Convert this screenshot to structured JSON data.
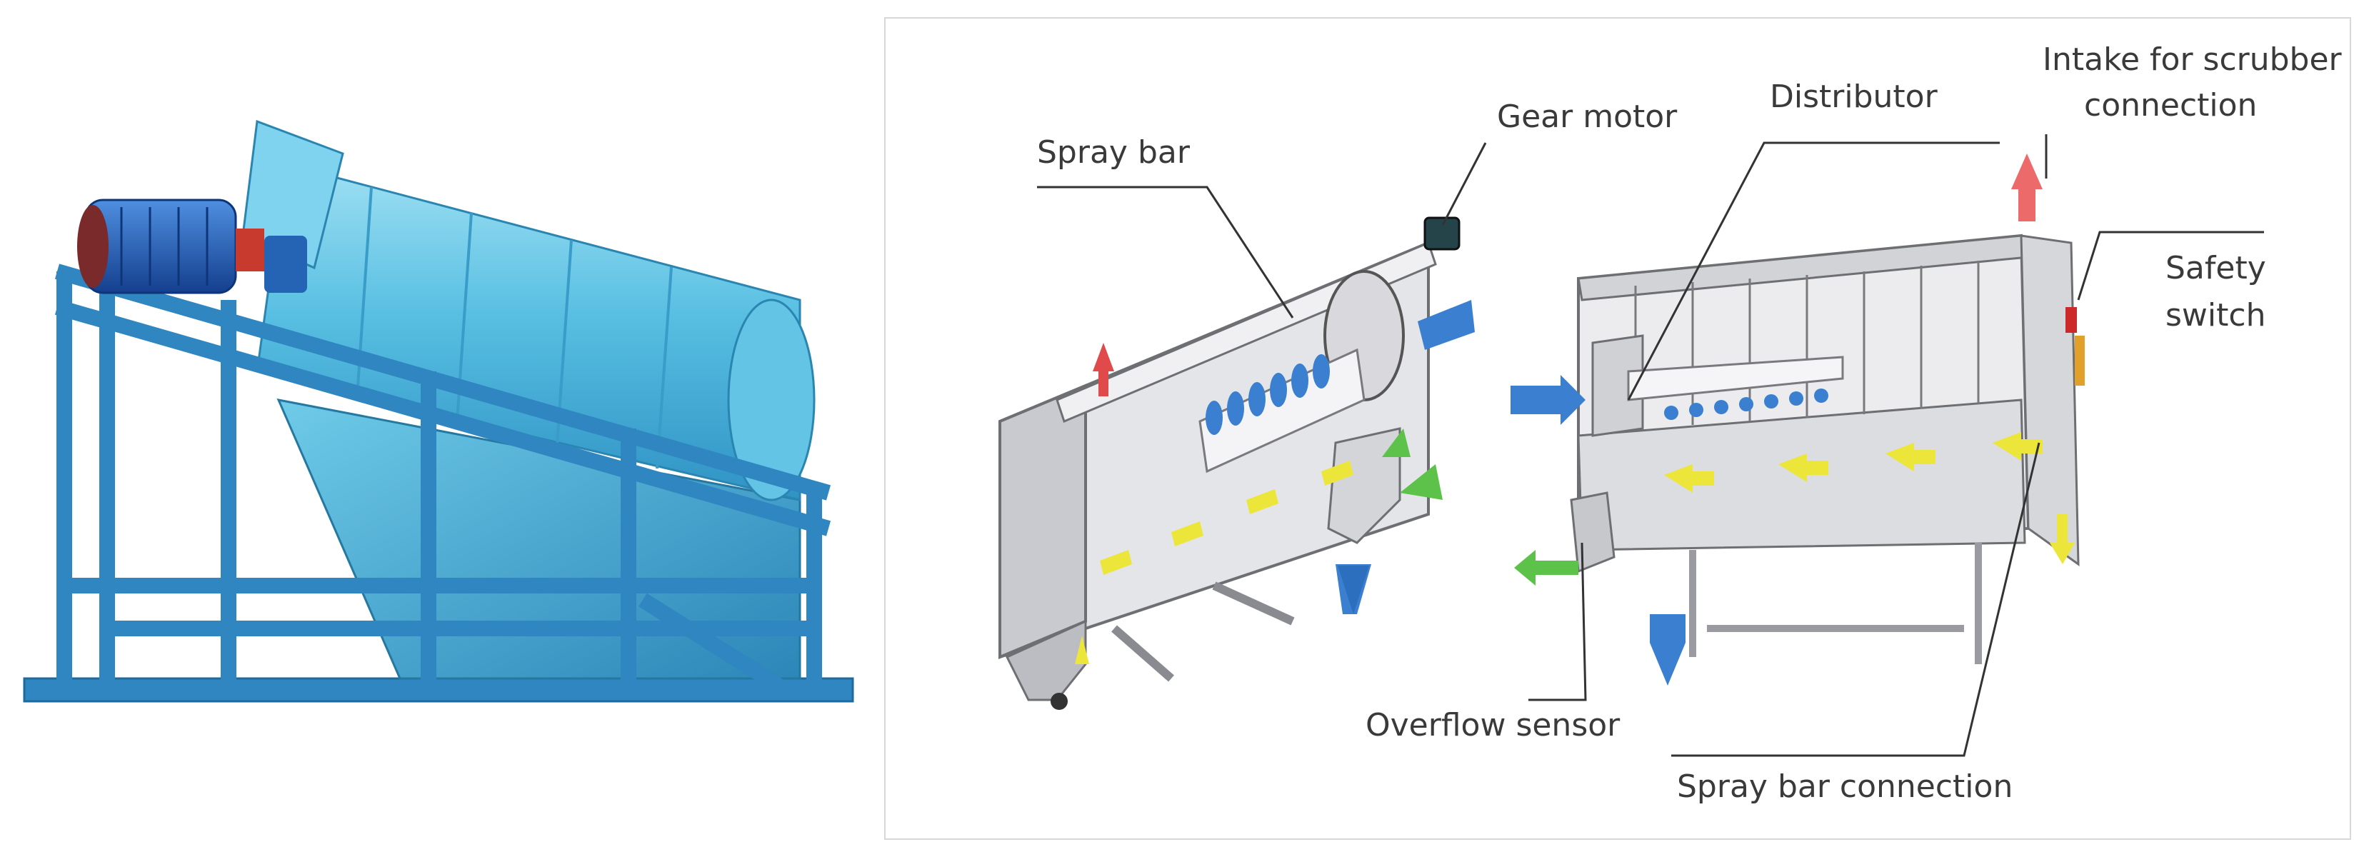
{
  "diagram": {
    "labels": {
      "spray_bar": "Spray bar",
      "gear_motor": "Gear motor",
      "distributor": "Distributor",
      "intake_line1": "Intake for scrubber",
      "intake_line2": "connection",
      "safety_line1": "Safety",
      "safety_line2": "switch",
      "overflow_sensor": "Overflow sensor",
      "spray_bar_connection": "Spray bar connection"
    },
    "colors": {
      "machine_blue": "#4fb6dc",
      "frame_blue": "#2f86c0",
      "motor_blue": "#1f5fb4",
      "housing_grey": "#dcdde0",
      "arrow_blue": "#3a7fd0",
      "arrow_red": "#e04a4a",
      "arrow_green": "#5cc24a",
      "arrow_yellow": "#ece53a"
    }
  }
}
